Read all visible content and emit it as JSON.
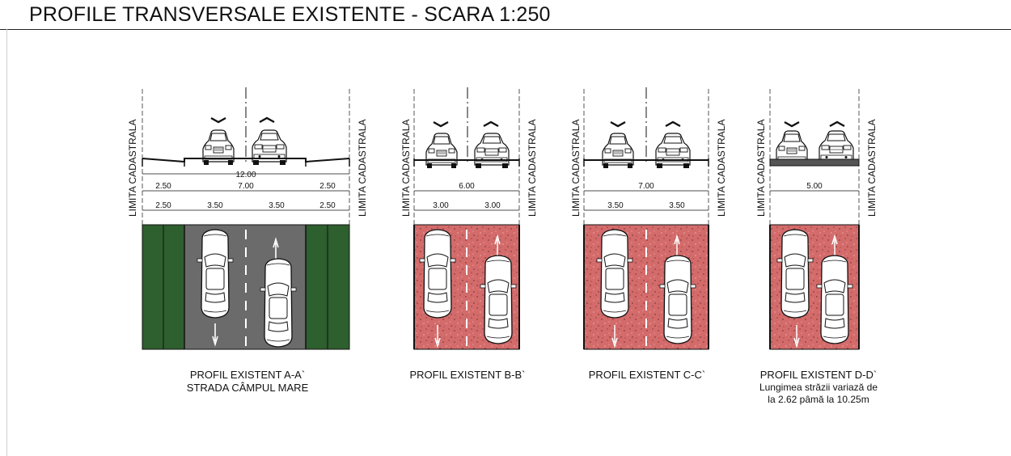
{
  "title": "PROFILE TRANSVERSALE EXISTENTE - SCARA 1:250",
  "boundary_label": "LIMITA CADASTRALA",
  "colors": {
    "green_verge": "#2e5f2e",
    "asphalt": "#6b6b6b",
    "red_pavement": "#d46b6b",
    "line": "#111111"
  },
  "profiles": [
    {
      "id": "A",
      "caption": [
        "PROFIL EXISTENT A-A`",
        "STRADA CÂMPUL MARE"
      ],
      "total_label": "12.00",
      "row1": [
        "2.50",
        "7.00",
        "2.50"
      ],
      "row2": [
        "2.50",
        "3.50",
        "3.50",
        "2.50"
      ]
    },
    {
      "id": "B",
      "caption": [
        "PROFIL EXISTENT B-B`"
      ],
      "row1": [
        "6.00"
      ],
      "row2": [
        "3.00",
        "3.00"
      ]
    },
    {
      "id": "C",
      "caption": [
        "PROFIL EXISTENT C-C`"
      ],
      "row1": [
        "7.00"
      ],
      "row2": [
        "3.50",
        "3.50"
      ]
    },
    {
      "id": "D",
      "caption": [
        "PROFIL EXISTENT D-D`",
        "Lungimea străzii variază de",
        "la 2.62 pâmă la 10.25m"
      ],
      "row1": [
        "5.00"
      ]
    }
  ]
}
